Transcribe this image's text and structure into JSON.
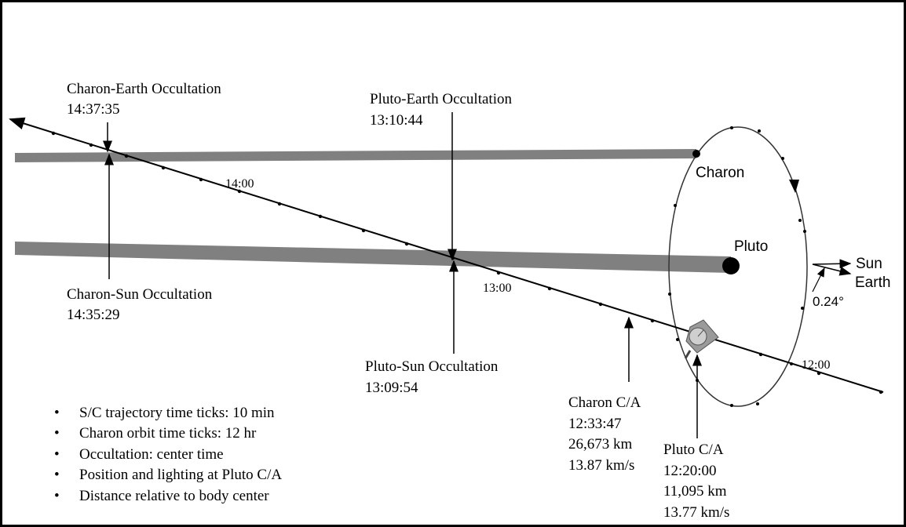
{
  "occultations": {
    "charon_earth": {
      "label": "Charon-Earth Occultation",
      "time": "14:37:35"
    },
    "pluto_earth": {
      "label": "Pluto-Earth Occultation",
      "time": "13:10:44"
    },
    "charon_sun": {
      "label": "Charon-Sun Occultation",
      "time": "14:35:29"
    },
    "pluto_sun": {
      "label": "Pluto-Sun Occultation",
      "time": "13:09:54"
    }
  },
  "trajectory_ticks": [
    "14:00",
    "13:00",
    "12:00"
  ],
  "bodies": {
    "charon": "Charon",
    "pluto": "Pluto"
  },
  "closest_approach": {
    "charon": {
      "label": "Charon C/A",
      "time": "12:33:47",
      "distance": "26,673 km",
      "speed": "13.87 km/s"
    },
    "pluto": {
      "label": "Pluto C/A",
      "time": "12:20:00",
      "distance": "11,095 km",
      "speed": "13.77 km/s"
    }
  },
  "directions": {
    "sun": "Sun",
    "earth": "Earth",
    "angle": "0.24°"
  },
  "notes": [
    "S/C trajectory time ticks: 10 min",
    "Charon orbit time ticks: 12 hr",
    "Occultation: center time",
    "Position and lighting at Pluto C/A",
    "Distance relative to body center"
  ],
  "colors": {
    "shadow_band": "#808080",
    "line": "#000000",
    "background": "#ffffff"
  }
}
